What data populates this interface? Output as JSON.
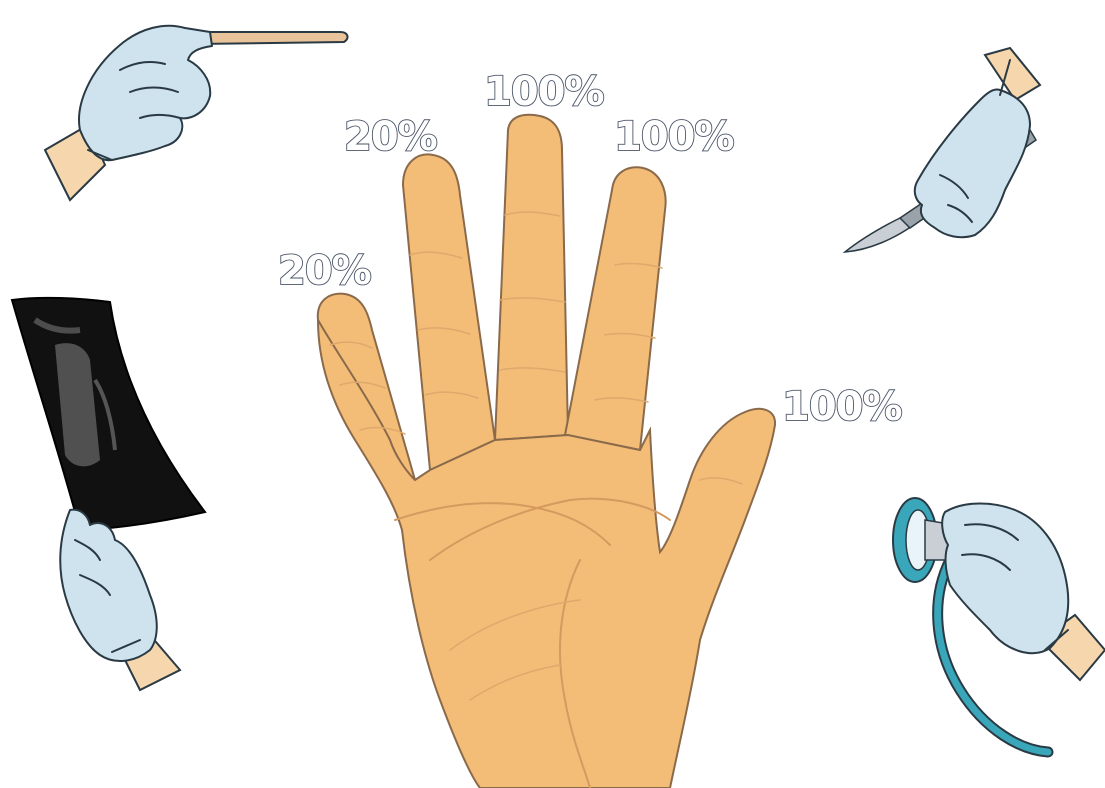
{
  "finger_labels": {
    "little_finger": "20%",
    "ring_finger": "20%",
    "middle_finger": "100%",
    "index_finger": "100%",
    "thumb": "100%"
  },
  "colors": {
    "skin": "#f3bd78",
    "glove": "#cfe3ee",
    "label_outline": "#4a5568",
    "stethoscope_tube": "#3aa6b9"
  },
  "icons": [
    "gloved-hand-tongue-depressor-icon",
    "gloved-hand-xray-film-icon",
    "gloved-hand-scalpel-icon",
    "gloved-hand-stethoscope-icon",
    "open-palm-hand-icon"
  ]
}
